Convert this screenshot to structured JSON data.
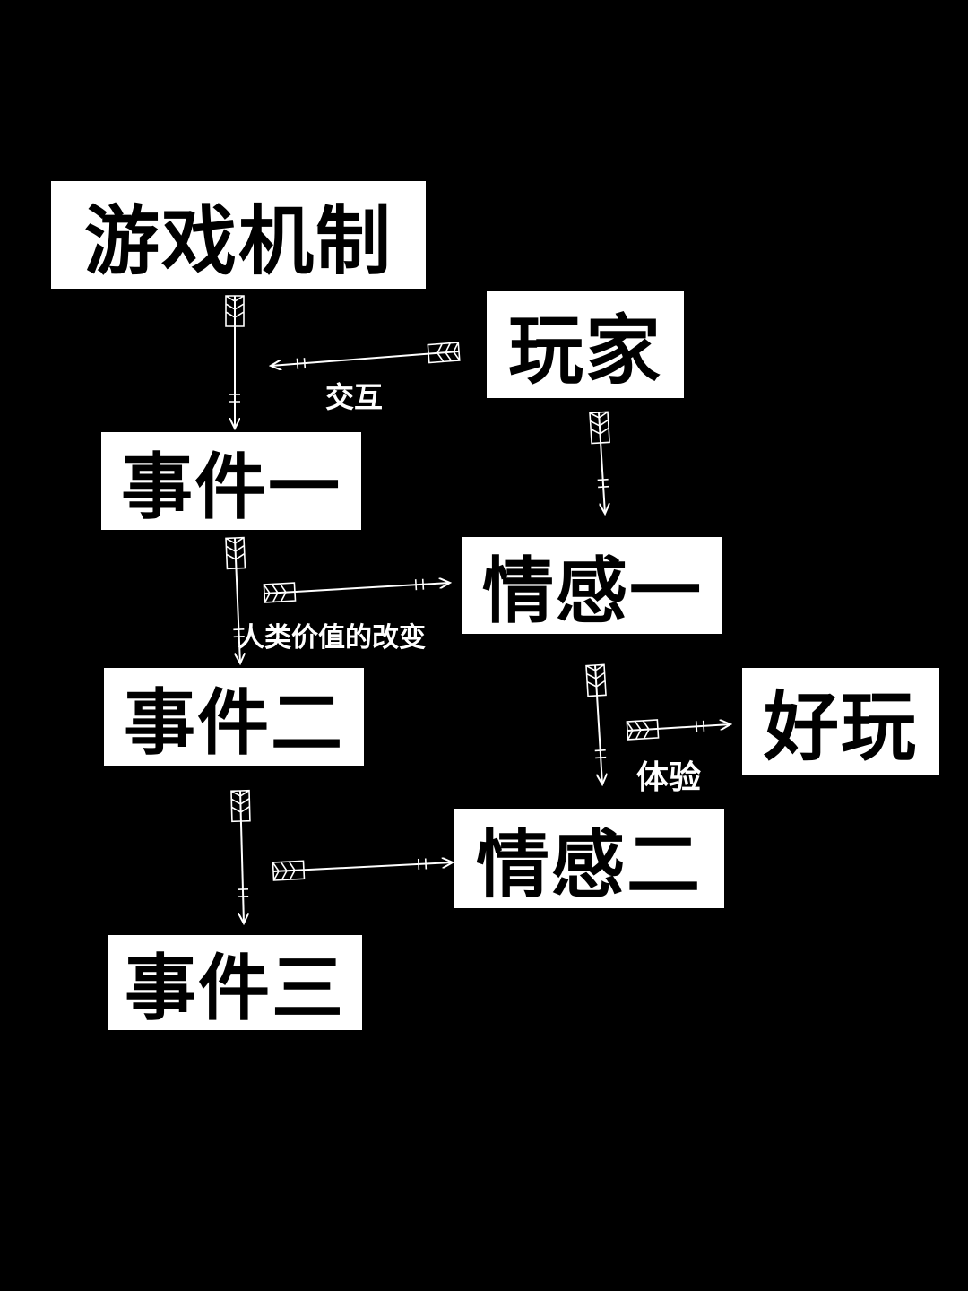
{
  "nodes": {
    "mechanism": "游戏机制",
    "player": "玩家",
    "event1": "事件一",
    "emotion1": "情感一",
    "event2": "事件二",
    "fun": "好玩",
    "emotion2": "情感二",
    "event3": "事件三"
  },
  "edge_labels": {
    "interaction": "交互",
    "human_value_change": "人类价值的改变",
    "experience": "体验"
  },
  "colors": {
    "background": "#000000",
    "box": "#ffffff",
    "text": "#000000",
    "arrow": "#ffffff"
  }
}
